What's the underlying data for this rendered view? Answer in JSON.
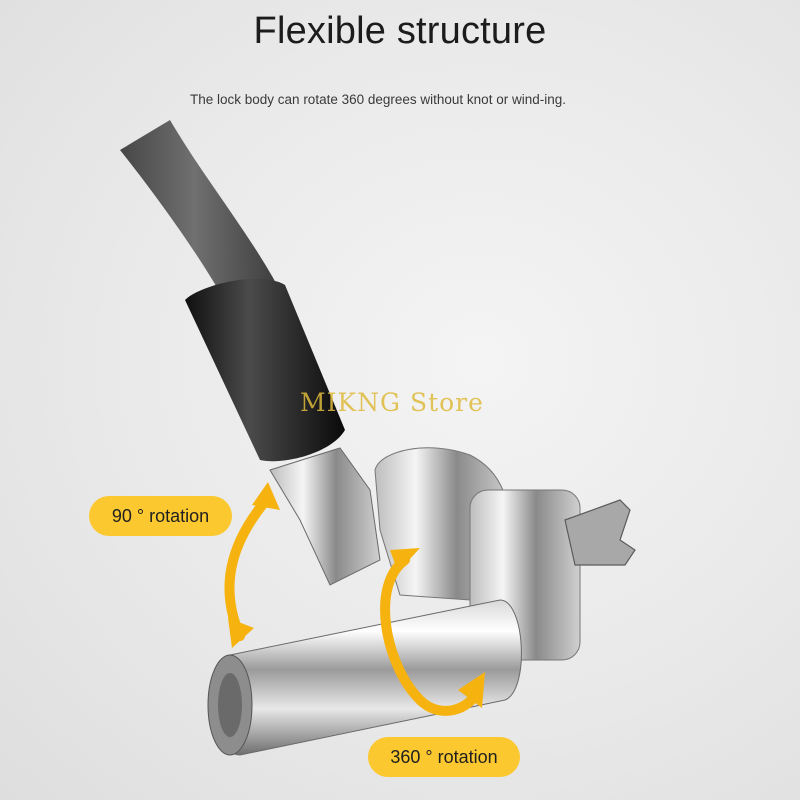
{
  "title": "Flexible structure",
  "subtitle": "The lock body can rotate 360 degrees without knot or wind-ing.",
  "watermark": "MIKNG Store",
  "labels": {
    "rotation_90": "90 ° rotation",
    "rotation_360": "360 ° rotation"
  },
  "colors": {
    "accent": "#fbc830",
    "title_text": "#1c1c1c",
    "watermark": "#deba3c"
  },
  "image_subject": "laptop cable lock with rotating lock head"
}
